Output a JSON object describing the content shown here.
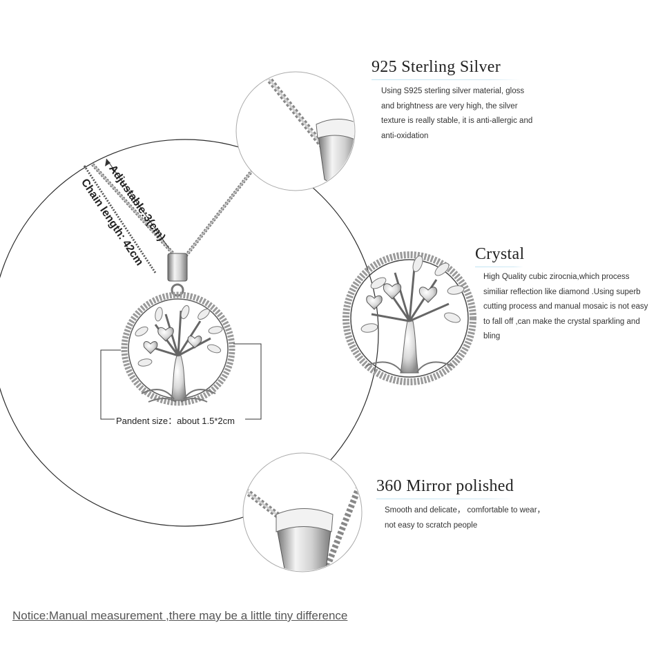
{
  "features": [
    {
      "title": "925 Sterling Silver",
      "description": "Using S925 sterling silver material, gloss and brightness are very high, the silver texture is really stable, it is anti-allergic and anti-oxidation"
    },
    {
      "title": "Crystal",
      "description": "High Quality cubic zirocnia,which process similiar reflection like diamond .Using superb cutting process and manual mosaic is not easy to fall off ,can make the crystal sparkling and bling"
    },
    {
      "title": "360 Mirror polished",
      "description": "Smooth and delicate， comfortable to wear， not easy to scratch people"
    }
  ],
  "product": {
    "adjustable_label": "Adjustable:3(cm)",
    "chain_length_label": "Chain length: 42cm",
    "pendant_size_label": "Pandent size：about 1.5*2cm"
  },
  "notice": "Notice:Manual measurement ,there may be a little tiny  difference",
  "icons": [
    "tree-of-life-pendant-icon",
    "bail-closeup-icon"
  ],
  "colors": {
    "accent_underline": "#bfe3f2",
    "silver": "#c8c8c8",
    "outline": "#3a3a3a"
  }
}
